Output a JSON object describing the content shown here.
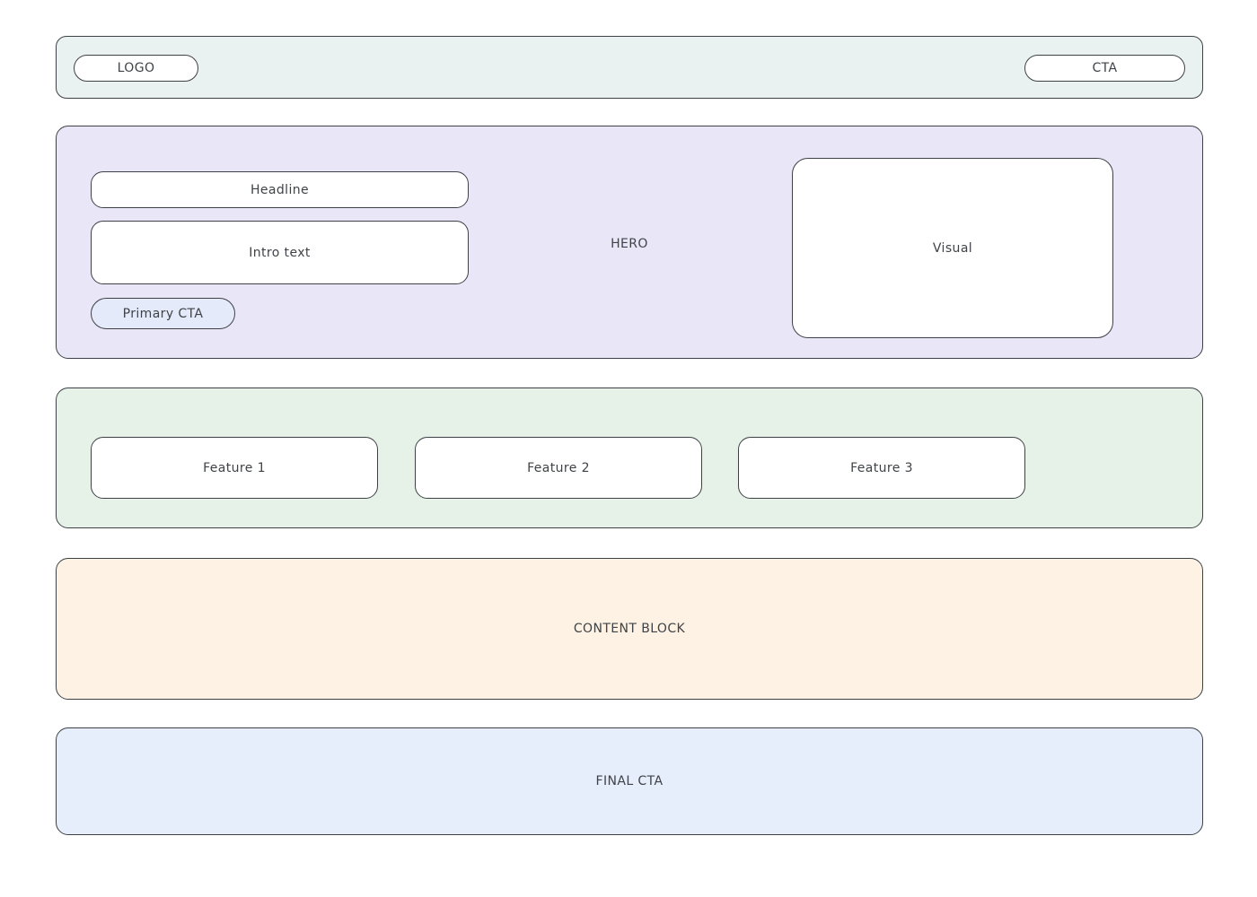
{
  "palette": {
    "border": "#3d4145",
    "text": "#3f4347",
    "header_bg": "#e9f2f0",
    "hero_bg": "#e9e6f8",
    "features_bg": "#e6f2e8",
    "content_bg": "#fdf2e3",
    "final_bg": "#e7eefb",
    "primary_cta_bg": "#e5eafb",
    "box_bg": "#ffffff"
  },
  "header": {
    "logo_label": "LOGO",
    "cta_label": "CTA"
  },
  "hero": {
    "label": "HERO",
    "headline_label": "Headline",
    "intro_label": "Intro text",
    "primary_cta_label": "Primary CTA",
    "visual_label": "Visual"
  },
  "features": {
    "items": [
      {
        "label": "Feature 1"
      },
      {
        "label": "Feature 2"
      },
      {
        "label": "Feature 3"
      }
    ]
  },
  "content_block": {
    "label": "CONTENT BLOCK"
  },
  "final_cta": {
    "label": "FINAL CTA"
  }
}
